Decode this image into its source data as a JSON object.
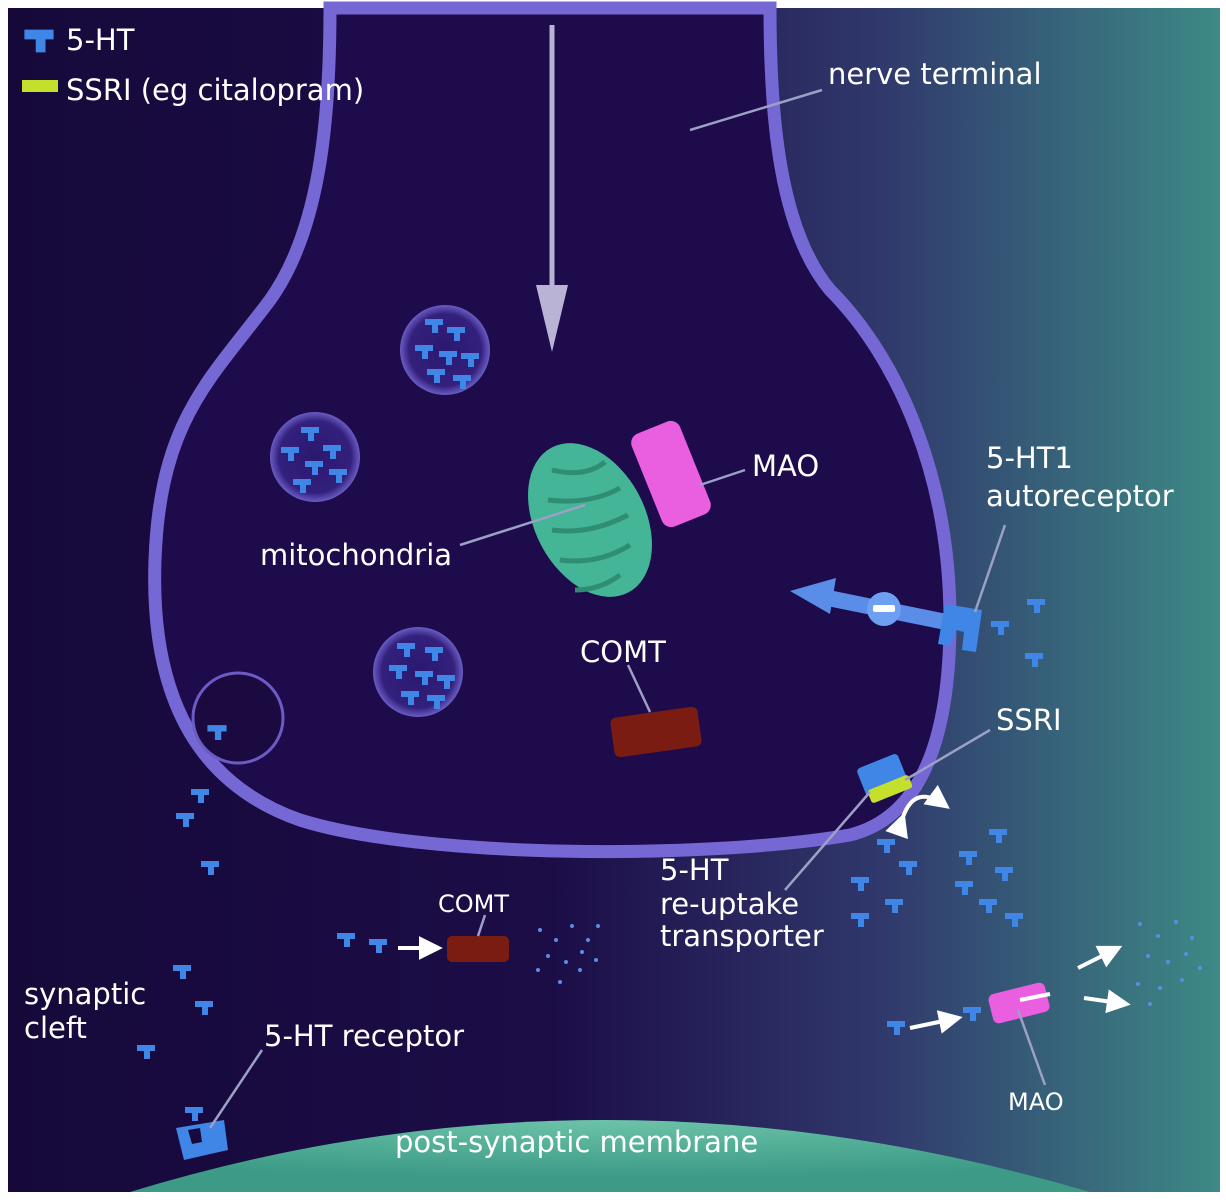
{
  "legend": {
    "items": [
      {
        "label": "5-HT",
        "color": "#3f86e6"
      },
      {
        "label": "SSRI (eg citalopram)",
        "color": "#c4e02c"
      }
    ]
  },
  "labels": {
    "nerve_terminal": "nerve terminal",
    "mao_top": "MAO",
    "ht1_line1": "5-HT1",
    "ht1_line2": "autoreceptor",
    "mitochondria": "mitochondria",
    "comt_top": "COMT",
    "ssri": "SSRI",
    "reuptake_line1": "5-HT",
    "reuptake_line2": "re-uptake",
    "reuptake_line3": "transporter",
    "comt_bottom": "COMT",
    "synaptic_line1": "synaptic",
    "synaptic_line2": "cleft",
    "receptor": "5-HT receptor",
    "mao_bottom": "MAO",
    "postsynaptic": "post-synaptic membrane"
  },
  "colors": {
    "background_left": "#16093a",
    "background_right": "#3d8a86",
    "terminal_fill": "#1d0b4c",
    "membrane": "#7668d4",
    "mitochondria": "#44b596",
    "mao": "#e95fe0",
    "comt": "#7a1c12",
    "postsynaptic": "#57b49a",
    "serotonin": "#3f86e6",
    "ssri": "#c4e02c"
  },
  "icons": {
    "serotonin_molecule": "t-shape-icon",
    "inhibition": "minus-icon",
    "arrow": "arrow-icon"
  }
}
